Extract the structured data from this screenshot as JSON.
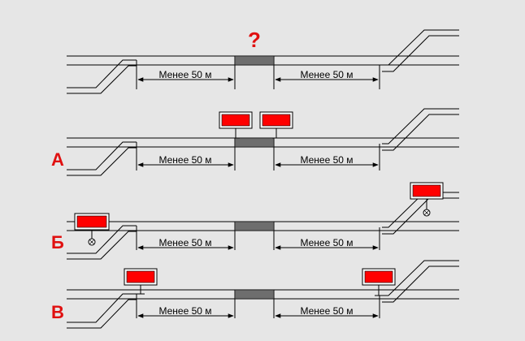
{
  "question_mark": "?",
  "distance_label": "Менее 50 м",
  "rows": [
    {
      "id": "top",
      "label": ""
    },
    {
      "id": "a",
      "label": "А"
    },
    {
      "id": "b",
      "label": "Б"
    },
    {
      "id": "v",
      "label": "В"
    }
  ],
  "colors": {
    "background": "#e6e6e6",
    "signal_red": "#ff0000",
    "label_red": "#e01010",
    "work_zone": "#6e6e6e"
  }
}
